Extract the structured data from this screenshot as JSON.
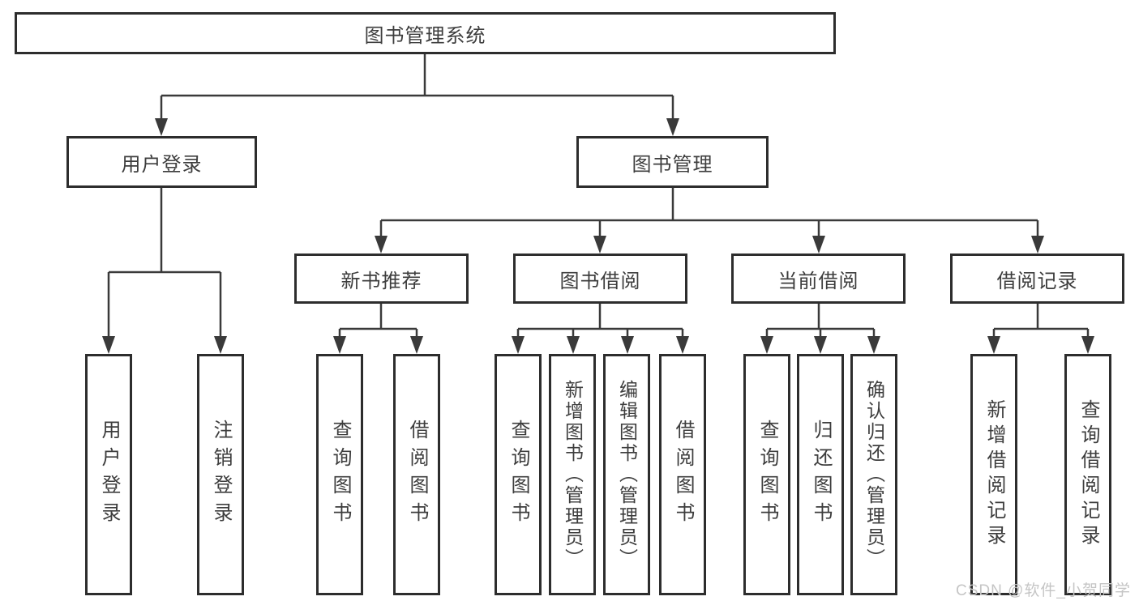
{
  "colors": {
    "background": "#ffffff",
    "box_border": "#2d2d2d",
    "connector_line": "#3a3a3a",
    "text": "#3d3d3d",
    "watermark": "#c5c5c5"
  },
  "watermark": {
    "text": "CSDN @软件_小贺同学"
  },
  "tree": {
    "root": {
      "label": "图书管理系统"
    },
    "branches": [
      {
        "label": "用户登录",
        "children": [
          {
            "label": "用户登录"
          },
          {
            "label": "注销登录"
          }
        ]
      },
      {
        "label": "图书管理",
        "sections": [
          {
            "label": "新书推荐",
            "children": [
              {
                "label": "查询图书"
              },
              {
                "label": "借阅图书"
              }
            ]
          },
          {
            "label": "图书借阅",
            "children": [
              {
                "label": "查询图书"
              },
              {
                "label": "新增图书（管理员）"
              },
              {
                "label": "编辑图书（管理员）"
              },
              {
                "label": "借阅图书"
              }
            ]
          },
          {
            "label": "当前借阅",
            "children": [
              {
                "label": "查询图书"
              },
              {
                "label": "归还图书"
              },
              {
                "label": "确认归还（管理员）"
              }
            ]
          },
          {
            "label": "借阅记录",
            "children": [
              {
                "label": "新增借阅记录"
              },
              {
                "label": "查询借阅记录"
              }
            ]
          }
        ]
      }
    ]
  }
}
